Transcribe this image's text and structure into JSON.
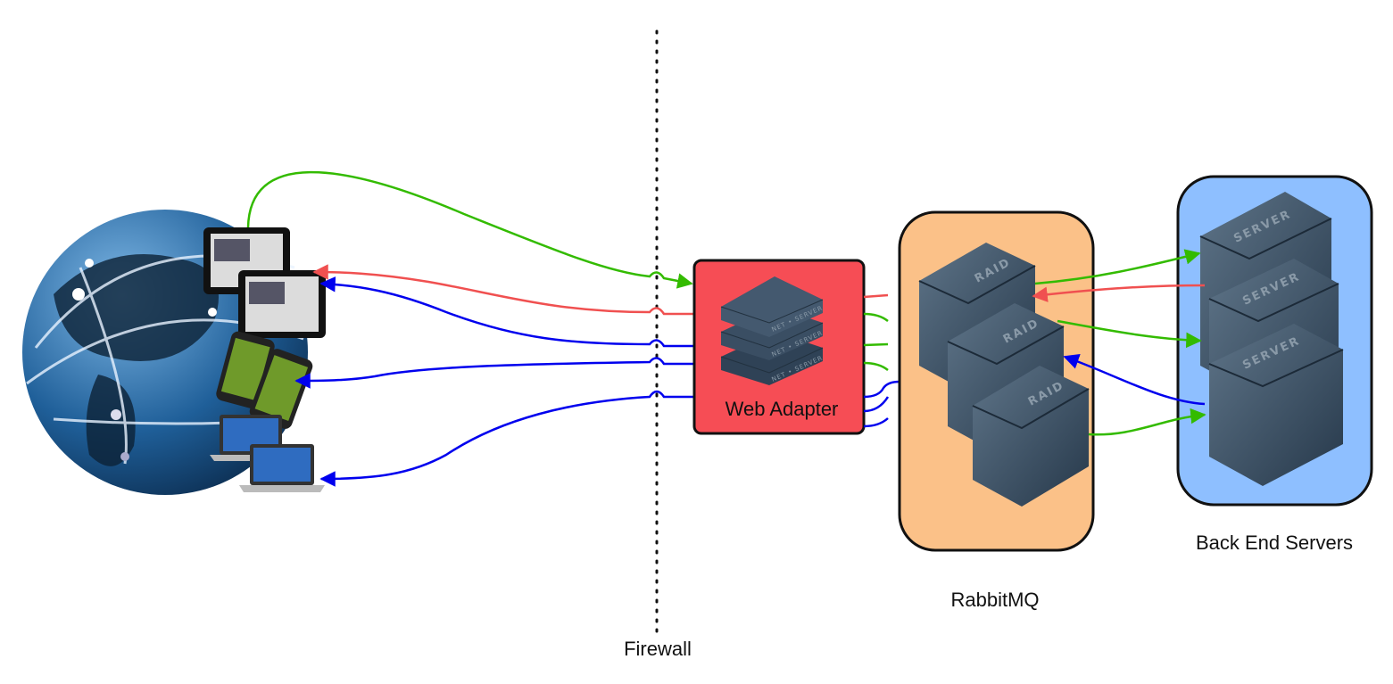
{
  "labels": {
    "web_adapter": "Web Adapter",
    "rabbitmq": "RabbitMQ",
    "back_end_servers": "Back End Servers",
    "firewall": "Firewall"
  },
  "device_logos": {
    "raid": "RAID",
    "server": "SERVER",
    "net_server": "NET • SERVER"
  },
  "colors": {
    "request": "#33bb00",
    "response_error": "#f05050",
    "response": "#0000ee",
    "web_adapter_fill": "#f64d55",
    "rabbitmq_fill": "#fbc188",
    "backend_fill": "#8ebfff"
  },
  "icons": [
    "globe-icon",
    "tablet-icon",
    "smartphone-icon",
    "laptop-icon",
    "rack-server-icon",
    "raid-server-icon",
    "tower-server-icon"
  ]
}
